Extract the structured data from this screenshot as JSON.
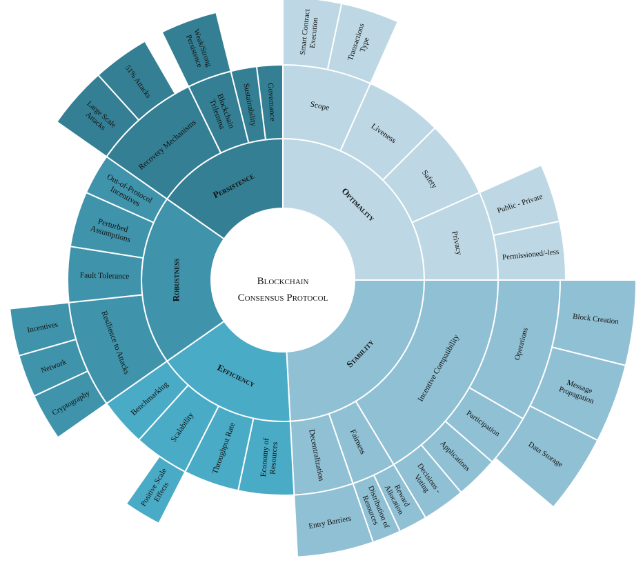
{
  "center": {
    "line1": "Blockchain",
    "line2": "Consensus Protocol"
  },
  "colors": {
    "Optimality": "#bdd8e4",
    "Stability": "#90c0d4",
    "Efficiency": "#4aabc6",
    "Robustness": "#3f93ab",
    "Persistence": "#347f93"
  },
  "categories": [
    {
      "name": "Optimality",
      "label": "Optimality",
      "children": [
        {
          "label": "Scope",
          "children": [
            {
              "label": "Smart Contract Execution"
            },
            {
              "label": "Transactions Type"
            }
          ]
        },
        {
          "label": "Liveness",
          "children": []
        },
        {
          "label": "Safety",
          "children": []
        },
        {
          "label": "Privacy",
          "children": [
            {
              "label": "Public - Private"
            },
            {
              "label": "Permissioned/-less"
            }
          ]
        }
      ]
    },
    {
      "name": "Stability",
      "label": "Stability",
      "children": [
        {
          "label": "Incentive Compatibility",
          "children": [
            {
              "label": "Operations",
              "children": [
                {
                  "label": "Block Creation"
                },
                {
                  "label": "Message Propagation"
                },
                {
                  "label": "Data Storage"
                }
              ]
            },
            {
              "label": "Participation"
            },
            {
              "label": "Applications"
            },
            {
              "label": "Decisions - Voting"
            }
          ]
        },
        {
          "label": "Fairness",
          "children": [
            {
              "label": "Reward Allocation"
            },
            {
              "label": "Distribution of Resources"
            }
          ]
        },
        {
          "label": "Decentralization",
          "children": [
            {
              "label": "Entry Barriers"
            }
          ]
        }
      ]
    },
    {
      "name": "Efficiency",
      "label": "Efficiency",
      "children": [
        {
          "label": "Economy of Resources",
          "children": []
        },
        {
          "label": "Throughput Rate",
          "children": []
        },
        {
          "label": "Scalability",
          "children": [
            {
              "label": "Positive Scale Effects"
            }
          ]
        },
        {
          "label": "Benchmarking",
          "children": []
        }
      ]
    },
    {
      "name": "Robustness",
      "label": "Robustness",
      "children": [
        {
          "label": "Resilience to Attacks",
          "children": [
            {
              "label": "Cryptography"
            },
            {
              "label": "Network"
            },
            {
              "label": "Incentives"
            }
          ]
        },
        {
          "label": "Fault Tolerance",
          "children": []
        },
        {
          "label": "Perturbed Assumptions",
          "children": []
        },
        {
          "label": "Out-of-Protocol Incentives",
          "children": []
        }
      ]
    },
    {
      "name": "Persistence",
      "label": "Persistence",
      "children": [
        {
          "label": "Recovery Mechanisms",
          "children": [
            {
              "label": "Large Scale Attacks"
            },
            {
              "label": "51% Attacks"
            }
          ]
        },
        {
          "label": "Blockchain Trilemma",
          "children": [
            {
              "label": "Weak/Strong Persistence"
            }
          ]
        },
        {
          "label": "Sustainability",
          "children": []
        },
        {
          "label": "Governance",
          "children": []
        }
      ]
    }
  ]
}
